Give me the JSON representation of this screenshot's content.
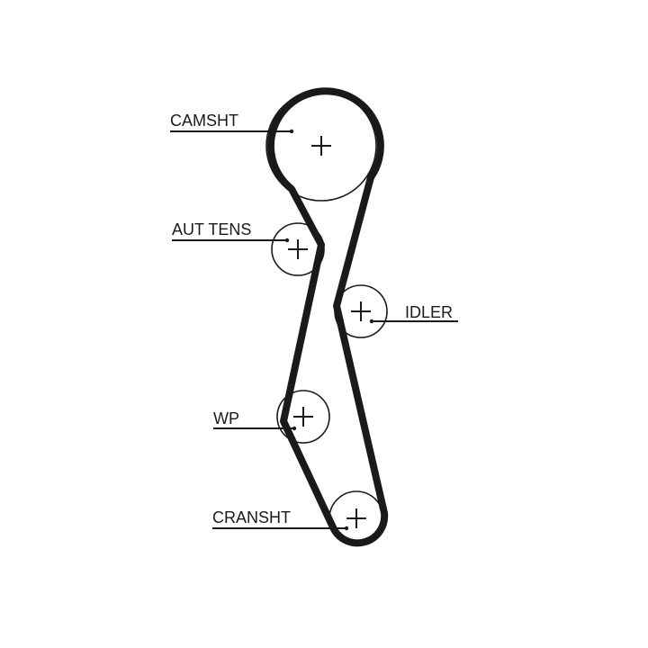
{
  "diagram": {
    "labels": {
      "camshaft": "CAMSHT",
      "tensioner": "AUT TENS",
      "idler": "IDLER",
      "water_pump": "WP",
      "crankshaft": "CRANSHT"
    },
    "colors": {
      "belt": "#1a1a1a",
      "pulley": "#1a1a1a",
      "background": "#ffffff"
    }
  }
}
